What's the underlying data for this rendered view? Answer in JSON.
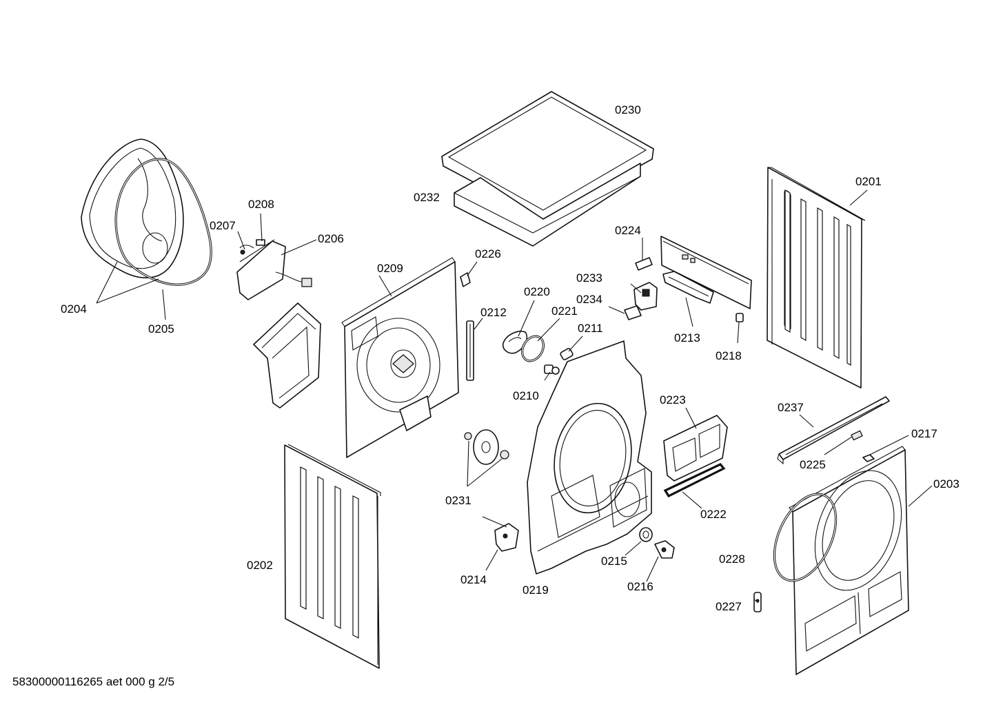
{
  "document_id": "58300000116265 aet 000 g 2/5",
  "callouts": {
    "c0201": "0201",
    "c0202": "0202",
    "c0203": "0203",
    "c0204": "0204",
    "c0205": "0205",
    "c0206": "0206",
    "c0207": "0207",
    "c0208": "0208",
    "c0209": "0209",
    "c0210": "0210",
    "c0211": "0211",
    "c0212": "0212",
    "c0213": "0213",
    "c0214": "0214",
    "c0215": "0215",
    "c0216": "0216",
    "c0217": "0217",
    "c0218": "0218",
    "c0219": "0219",
    "c0220": "0220",
    "c0221": "0221",
    "c0222": "0222",
    "c0223": "0223",
    "c0224": "0224",
    "c0225": "0225",
    "c0226": "0226",
    "c0227": "0227",
    "c0228": "0228",
    "c0230": "0230",
    "c0231": "0231",
    "c0232": "0232",
    "c0233": "0233",
    "c0234": "0234",
    "c0237": "0237"
  }
}
